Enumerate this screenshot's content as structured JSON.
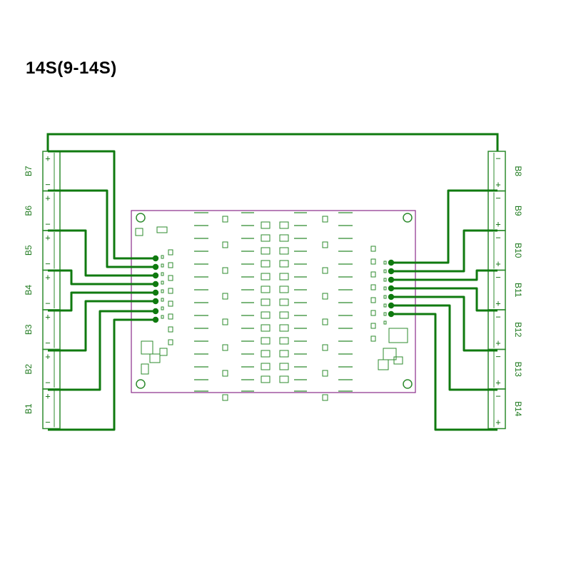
{
  "title": "14S(9-14S)",
  "colors": {
    "wire": "#0f7a0f",
    "board": "#8a2b8a",
    "silk": "#2e8b2e"
  },
  "connectors": {
    "left": [
      "B7",
      "B6",
      "B5",
      "B4",
      "B3",
      "B2",
      "B1"
    ],
    "right": [
      "B8",
      "B9",
      "B10",
      "B11",
      "B12",
      "B13",
      "B14"
    ]
  },
  "terminal_signs": {
    "plus": "+",
    "minus": "−"
  }
}
